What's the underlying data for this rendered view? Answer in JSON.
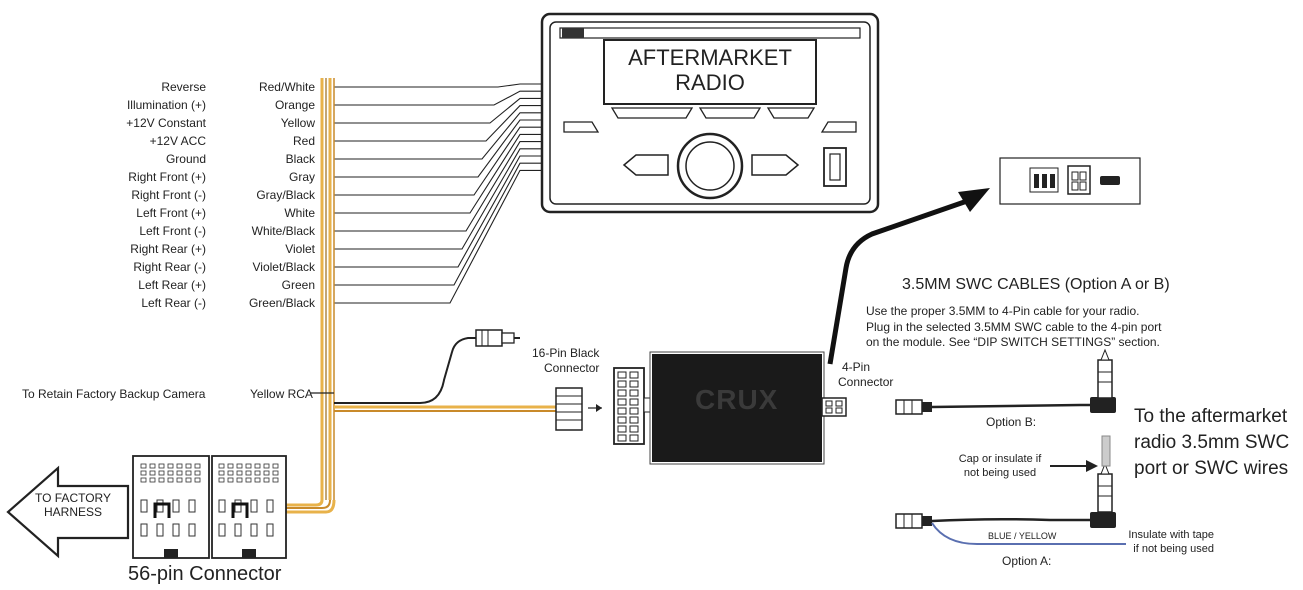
{
  "radio": {
    "title_line1": "AFTERMARKET",
    "title_line2": "RADIO"
  },
  "wires": [
    {
      "function": "Reverse",
      "color": "Red/White"
    },
    {
      "function": "Illumination (+)",
      "color": "Orange"
    },
    {
      "function": "+12V Constant",
      "color": "Yellow"
    },
    {
      "function": "+12V ACC",
      "color": "Red"
    },
    {
      "function": "Ground",
      "color": "Black"
    },
    {
      "function": "Right Front (+)",
      "color": "Gray"
    },
    {
      "function": "Right Front (-)",
      "color": "Gray/Black"
    },
    {
      "function": "Left Front (+)",
      "color": "White"
    },
    {
      "function": "Left Front (-)",
      "color": "White/Black"
    },
    {
      "function": "Right Rear (+)",
      "color": "Violet"
    },
    {
      "function": "Right Rear (-)",
      "color": "Violet/Black"
    },
    {
      "function": "Left Rear (+)",
      "color": "Green"
    },
    {
      "function": "Left Rear (-)",
      "color": "Green/Black"
    }
  ],
  "camera": {
    "label": "To Retain Factory Backup Camera",
    "wire": "Yellow RCA"
  },
  "harness": {
    "arrow_line1": "TO FACTORY",
    "arrow_line2": "HARNESS",
    "connector_label": "56-pin Connector"
  },
  "module": {
    "brand": "CRUX",
    "pin16_line1": "16-Pin Black",
    "pin16_line2": "Connector",
    "pin4_line1": "4-Pin",
    "pin4_line2": "Connector"
  },
  "swc": {
    "heading": "3.5MM SWC CABLES (Option A or B)",
    "instructions": [
      "Use the proper 3.5MM to 4-Pin cable for your radio.",
      "Plug in the selected 3.5MM SWC cable to the 4-pin port",
      "on the module. See “DIP SWITCH SETTINGS” section."
    ],
    "option_b": "Option B:",
    "option_a": "Option A:",
    "cap_line1": "Cap or insulate if",
    "cap_line2": "not being used",
    "blue_yellow": "BLUE / YELLOW",
    "insulate_line1": "Insulate with tape",
    "insulate_line2": "if not being used",
    "target": [
      "To the aftermarket",
      "radio 3.5mm SWC",
      "port or SWC wires"
    ]
  },
  "colors": {
    "yellow_wire": "#e8b24a",
    "harness_wire": "#c98a2a",
    "blue_wire": "#5a6fb0"
  }
}
